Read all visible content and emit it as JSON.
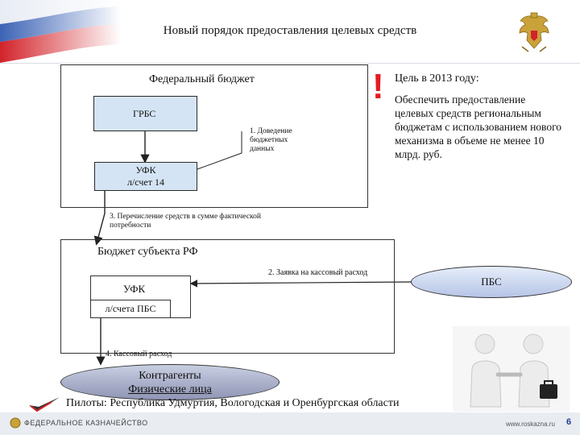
{
  "header": {
    "title": "Новый порядок предоставления целевых средств"
  },
  "diagram": {
    "federal_budget": "Федеральный бюджет",
    "grbs": "ГРБС",
    "ufk_top": "УФК\nл/счет 14",
    "step1": "1. Доведение бюджетных данных",
    "goal_title": "Цель в 2013 году:",
    "goal_text": "Обеспечить предоставление целевых средств региональным бюджетам с использованием нового механизма в объеме не менее 10 млрд. руб.",
    "step3": "3. Перечисление средств в сумме фактической потребности",
    "subject_budget": "Бюджет субъекта РФ",
    "step2": "2. Заявка на кассовый расход",
    "ufk_bottom": "УФК",
    "pbs_accounts": "л/счета ПБС",
    "pbs": "ПБС",
    "step4": "4. Кассовый расход",
    "contractors_line1": "Контрагенты",
    "contractors_line2": "Физические лица",
    "pilots": "Пилоты: Республика Удмуртия, Вологодская и Оренбургская области"
  },
  "footer": {
    "org": "ФЕДЕРАЛЬНОЕ КАЗНАЧЕЙСТВО",
    "url": "www.roskazna.ru",
    "page": "6"
  },
  "colors": {
    "accent_red": "#e31b23",
    "box_blue": "#d4e4f4",
    "flag_white": "#ffffff",
    "flag_blue": "#1f4fa8",
    "flag_red": "#d2232a"
  },
  "icons": {
    "emblem": "double-headed-eagle-icon",
    "check": "checkmark-icon",
    "photo": "business-handshake-image"
  }
}
